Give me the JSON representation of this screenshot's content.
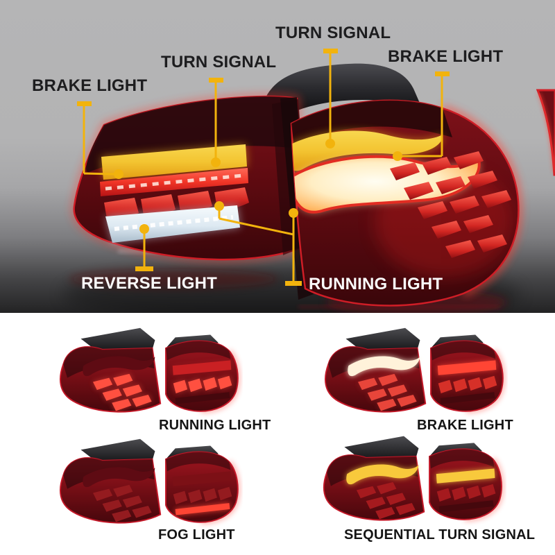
{
  "colors": {
    "callout_yellow": "#F2B30D",
    "label_dark": "#1D1D1F",
    "label_light": "#FAFAFA",
    "background_gray": "#B5B5B6",
    "background_white": "#FFFFFF",
    "amber_led": "#F3C431",
    "red_led": "#E8352B",
    "reverse_led": "#E3EDF5"
  },
  "hero": {
    "callouts": [
      {
        "id": "brake-light-left",
        "text": "BRAKE LIGHT"
      },
      {
        "id": "turn-signal-left",
        "text": "TURN SIGNAL"
      },
      {
        "id": "turn-signal-top",
        "text": "TURN SIGNAL"
      },
      {
        "id": "brake-light-right",
        "text": "BRAKE LIGHT"
      },
      {
        "id": "reverse-light",
        "text": "REVERSE LIGHT"
      },
      {
        "id": "running-light",
        "text": "RUNNING LIGHT"
      }
    ]
  },
  "gallery": {
    "items": [
      {
        "caption": "RUNNING LIGHT",
        "mode": "running"
      },
      {
        "caption": "BRAKE LIGHT",
        "mode": "brake"
      },
      {
        "caption": "FOG LIGHT",
        "mode": "fog"
      },
      {
        "caption": "SEQUENTIAL TURN SIGNAL",
        "mode": "turn"
      }
    ]
  }
}
